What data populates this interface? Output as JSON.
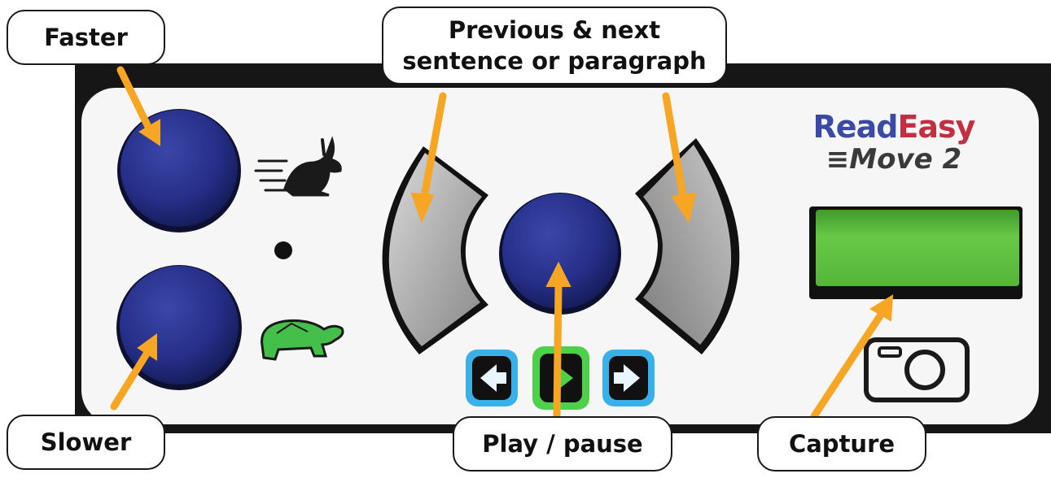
{
  "callouts": {
    "faster": "Faster",
    "slower": "Slower",
    "prev_next_line1": "Previous & next",
    "prev_next_line2": "sentence or paragraph",
    "play_pause": "Play / pause",
    "capture": "Capture"
  },
  "brand": {
    "read": "Read",
    "easy": "Easy",
    "model": "Move 2"
  },
  "colors": {
    "arrow": "#f6a623",
    "button_blue": "#27318a",
    "capture_green": "#5fbf3a",
    "panel": "#f7f7f7",
    "device_body": "#161616",
    "nav_blue": "#3ab0e8",
    "nav_green": "#4fd04a",
    "turtle_green": "#44c04a"
  },
  "icons": [
    "rabbit-icon",
    "turtle-icon",
    "camera-icon",
    "arrow-left-icon",
    "play-icon",
    "arrow-right-icon"
  ]
}
